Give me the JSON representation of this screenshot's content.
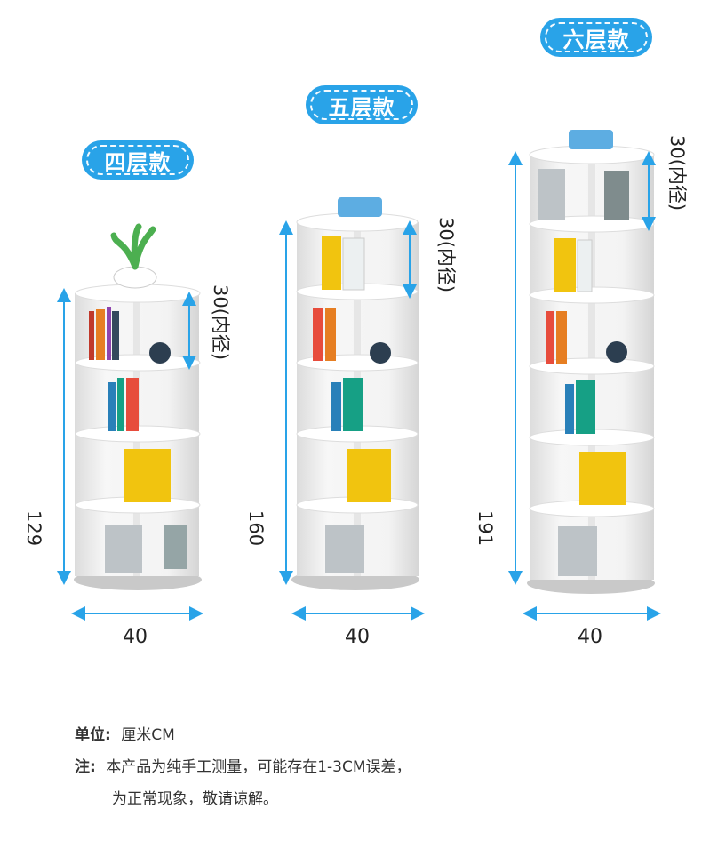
{
  "badges": {
    "four": "四层款",
    "five": "五层款",
    "six": "六层款"
  },
  "dimensions": {
    "four_height": "129",
    "five_height": "160",
    "six_height": "191",
    "width": "40",
    "inner_diameter": "30(内径)"
  },
  "notes": {
    "unit_label": "单位:",
    "unit_value": "厘米CM",
    "note_label": "注:",
    "note_line1": "本产品为纯手工测量，可能存在1-3CM误差，",
    "note_line2": "为正常现象，敬请谅解。"
  },
  "colors": {
    "accent": "#29a3e8",
    "shelf": "#f3f3f3",
    "dimension_line": "#29a3e8"
  }
}
